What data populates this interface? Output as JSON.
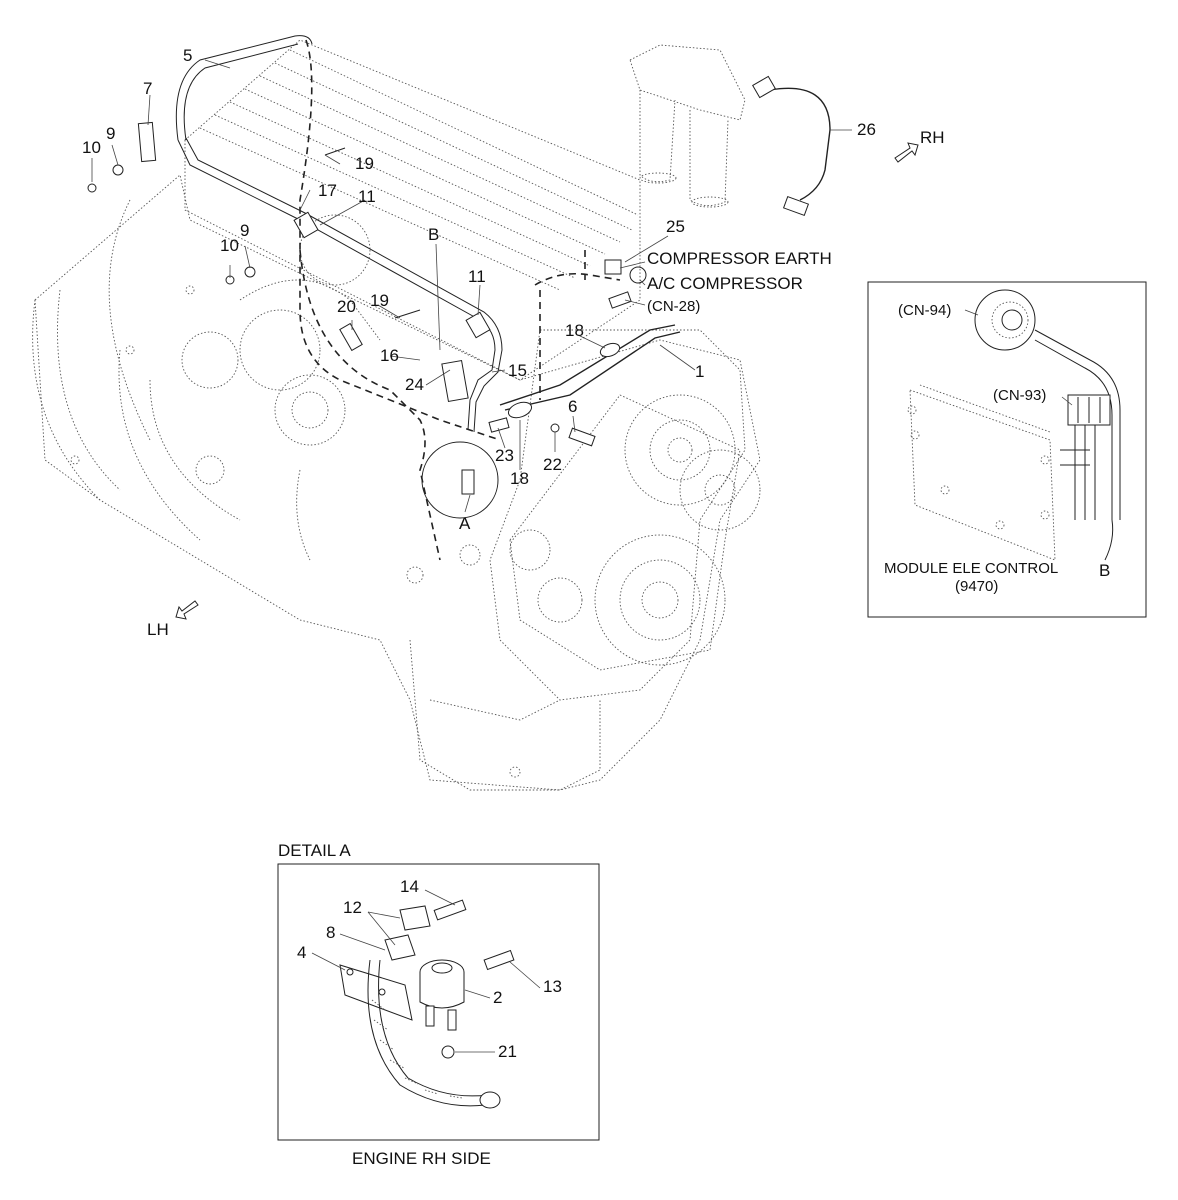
{
  "labels": {
    "n1": "1",
    "n2": "2",
    "n4": "4",
    "n5": "5",
    "n6": "6",
    "n7": "7",
    "n8": "8",
    "n9a": "9",
    "n9b": "9",
    "n10a": "10",
    "n10b": "10",
    "n11a": "11",
    "n11b": "11",
    "n12": "12",
    "n13": "13",
    "n14": "14",
    "n15": "15",
    "n16": "16",
    "n17": "17",
    "n18a": "18",
    "n18b": "18",
    "n19a": "19",
    "n19b": "19",
    "n20": "20",
    "n21": "21",
    "n22": "22",
    "n23": "23",
    "n24": "24",
    "n25": "25",
    "n26": "26",
    "refA": "A",
    "refB": "B",
    "refB2": "B",
    "rh": "RH",
    "lh": "LH",
    "compressor_earth": "COMPRESSOR EARTH",
    "ac_compressor": "A/C COMPRESSOR",
    "cn28": "(CN-28)",
    "cn94": "(CN-94)",
    "cn93": "(CN-93)",
    "module_title": "MODULE ELE CONTROL",
    "module_code": "(9470)",
    "detail_title": "DETAIL A",
    "detail_caption": "ENGINE RH SIDE"
  },
  "icons": [
    "arrow-rh-icon",
    "arrow-lh-icon"
  ]
}
